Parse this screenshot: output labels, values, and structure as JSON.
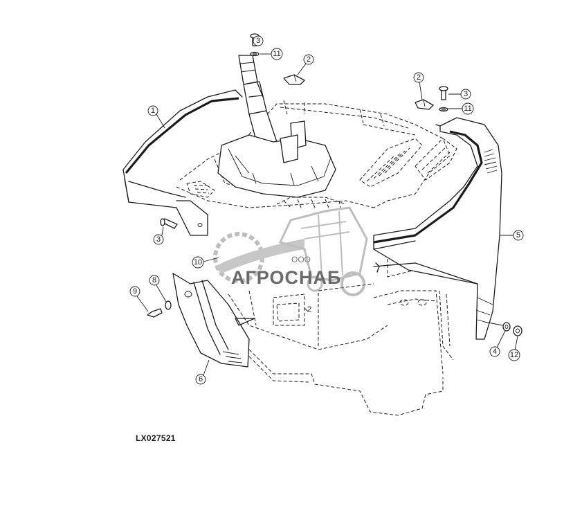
{
  "figure": {
    "id": "LX027521"
  },
  "watermark": {
    "prefix": "ООО",
    "name": "АГРОСНАБ"
  },
  "callouts": [
    {
      "label": "1"
    },
    {
      "label": "2"
    },
    {
      "label": "2"
    },
    {
      "label": "2"
    },
    {
      "label": "3"
    },
    {
      "label": "3"
    },
    {
      "label": "3"
    },
    {
      "label": "4"
    },
    {
      "label": "5"
    },
    {
      "label": "6"
    },
    {
      "label": "8"
    },
    {
      "label": "9"
    },
    {
      "label": "10"
    },
    {
      "label": "11"
    },
    {
      "label": "11"
    },
    {
      "label": "12"
    }
  ]
}
